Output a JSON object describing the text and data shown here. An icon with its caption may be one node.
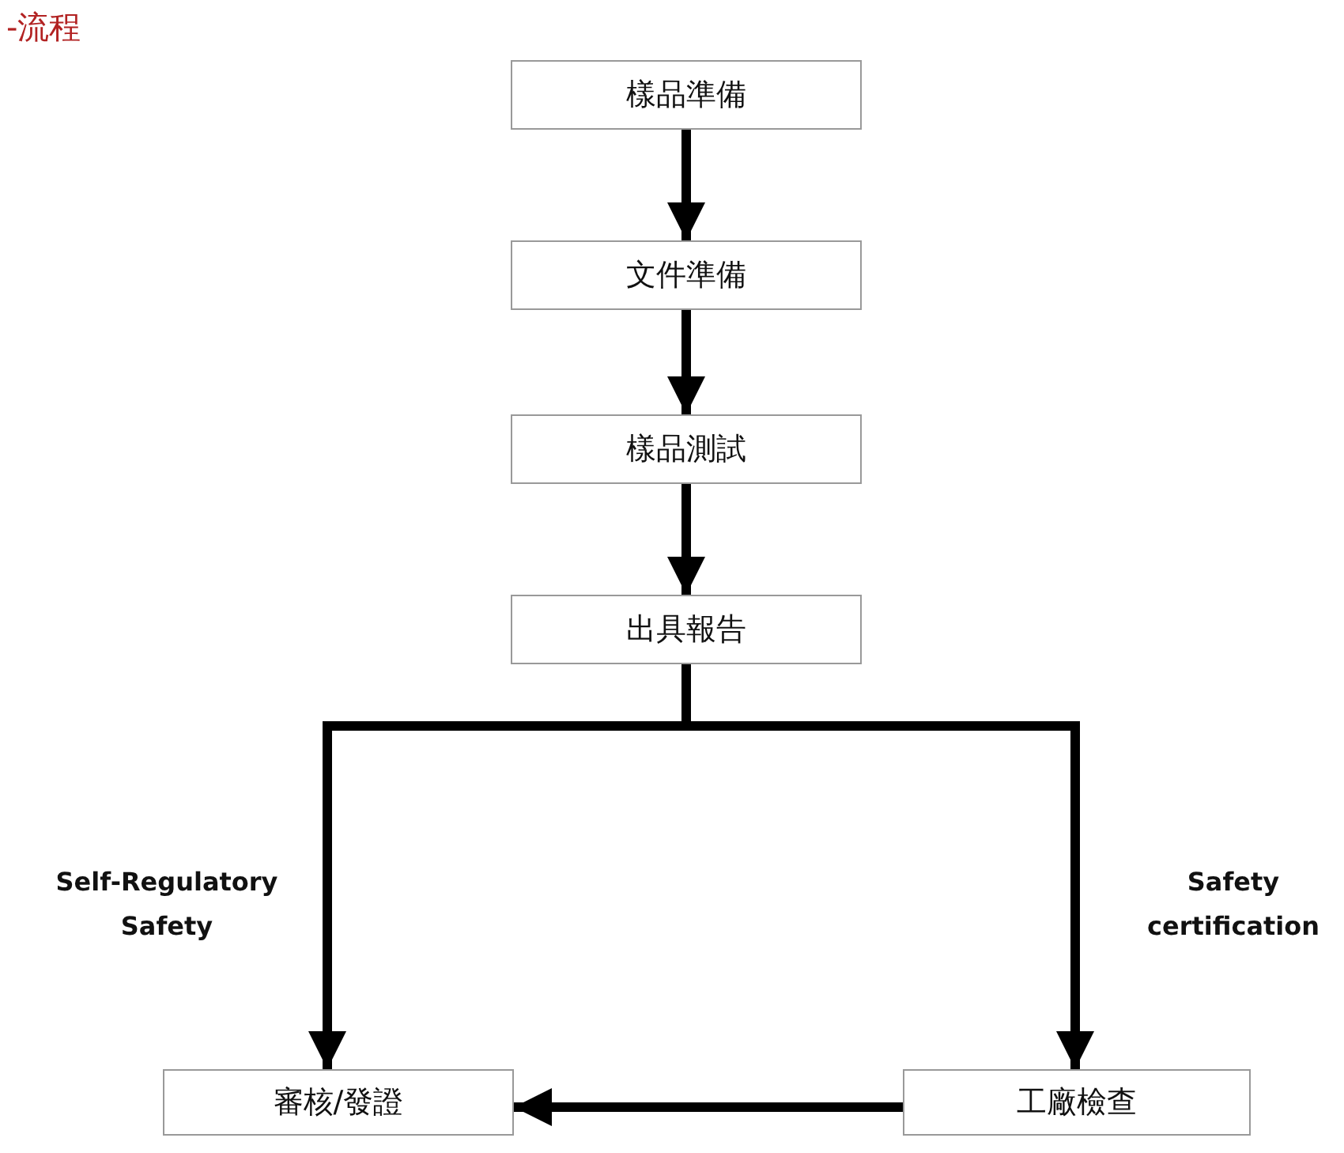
{
  "diagram": {
    "title": "-流程",
    "nodes": [
      {
        "text": [
          "樣品準備"
        ]
      },
      {
        "text": [
          "文件準備"
        ]
      },
      {
        "text": [
          "樣品測試"
        ]
      },
      {
        "text": [
          "出具報告"
        ]
      },
      {
        "text": [
          "審核/發證"
        ]
      },
      {
        "text": [
          "工廠檢查"
        ]
      }
    ],
    "edges": [
      {
        "from": 0,
        "to": 1,
        "arrow": "to"
      },
      {
        "from": 1,
        "to": 2,
        "arrow": "to"
      },
      {
        "from": 2,
        "to": 3,
        "arrow": "to"
      },
      {
        "from": 3,
        "to": 4,
        "arrow": "to",
        "label": "Self-Regulatory Safety"
      },
      {
        "from": 3,
        "to": 5,
        "arrow": "to",
        "label": "Safety certification"
      },
      {
        "from": 5,
        "to": 4,
        "arrow": "to"
      }
    ]
  }
}
